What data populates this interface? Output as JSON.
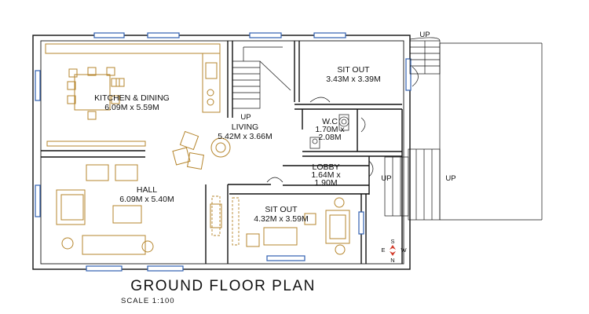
{
  "drawing": {
    "title": "GROUND FLOOR PLAN",
    "scale": "SCALE 1:100"
  },
  "rooms": {
    "kitchen": {
      "name": "KITCHEN & DINING",
      "size": "6.09M x 5.59M"
    },
    "living": {
      "name": "LIVING",
      "size": "5.42M x 3.66M"
    },
    "hall": {
      "name": "HALL",
      "size": "6.09M x 5.40M"
    },
    "sitout_top": {
      "name": "SIT OUT",
      "size": "3.43M x 3.39M"
    },
    "wc": {
      "name": "W.C",
      "size_a": "1.70M x",
      "size_b": "2.08M"
    },
    "lobby": {
      "name": "LOBBY",
      "size_a": "1.64M x",
      "size_b": "1.90M"
    },
    "sitout_bottom": {
      "name": "SIT OUT",
      "size": "4.32M x 3.59M"
    }
  },
  "stair_labels": {
    "inner_up": "UP",
    "top_right_up": "UP",
    "right_up": "UP",
    "right_up_2": "UP"
  },
  "compass": {
    "n": "N",
    "s": "S",
    "e": "E",
    "w": "W"
  },
  "colors": {
    "walls": "#111111",
    "furniture": "#b5852c",
    "windows": "#2f5fb0",
    "compass_red": "#d23a2a"
  }
}
